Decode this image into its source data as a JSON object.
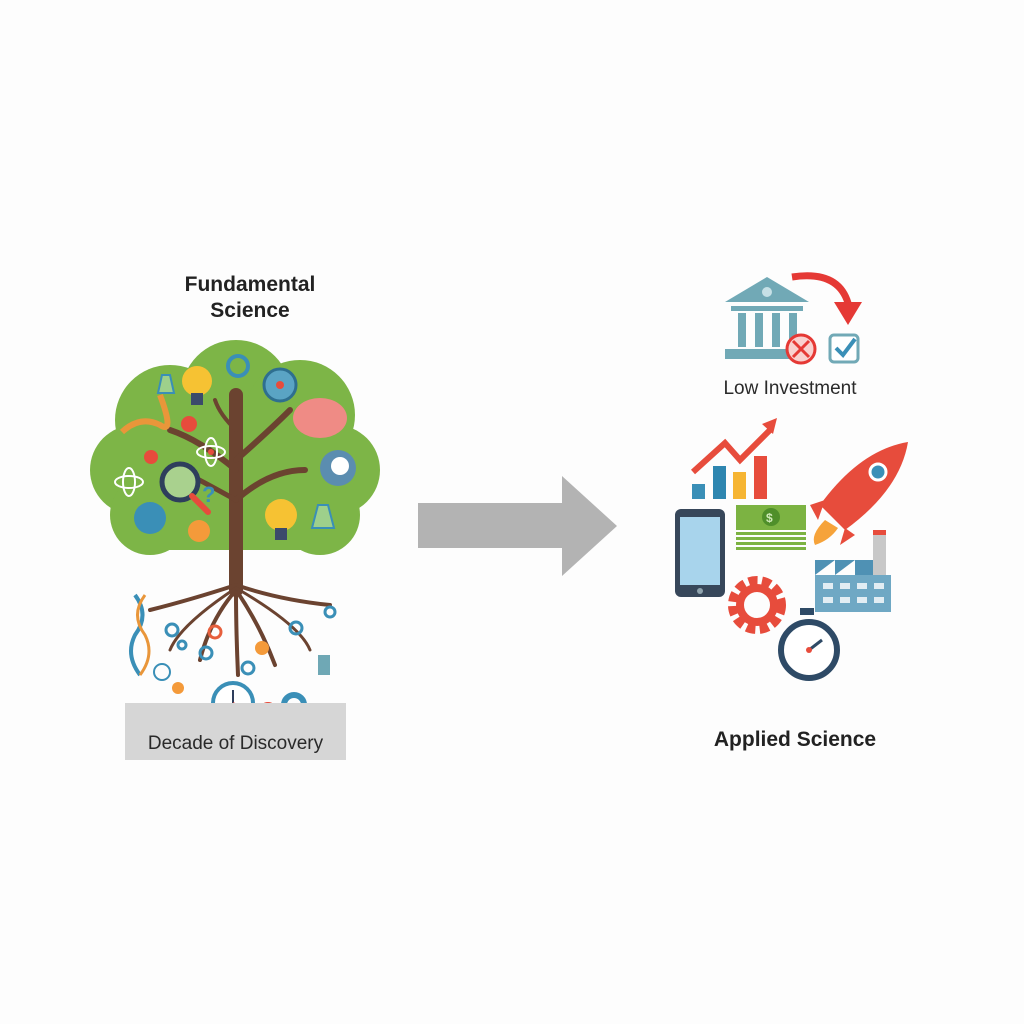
{
  "left_panel": {
    "title_line1": "Fundamental",
    "title_line2": "Science",
    "base_label": "Decade of Discovery"
  },
  "right_panel": {
    "investment_label": "Low Investment",
    "title": "Applied Science"
  },
  "colors": {
    "canopy": "#7cb342",
    "trunk": "#6d4530",
    "arrow": "#b3b3b3",
    "accent_red": "#e74c3c",
    "accent_blue": "#3a8fb7",
    "bank": "#6fa8b5"
  }
}
